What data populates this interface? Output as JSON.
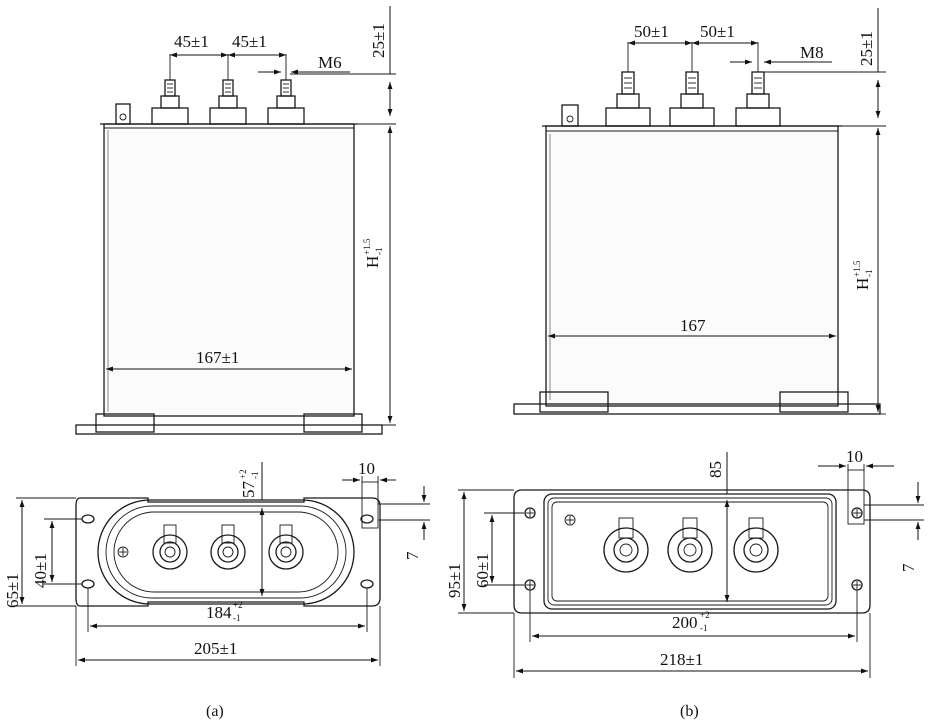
{
  "figure_a": {
    "caption": "(a)",
    "terminal_spacing_1": "45",
    "terminal_spacing_2": "45",
    "tolerance": "±1",
    "thread": "M6",
    "terminal_height": "25",
    "height_symbol": "H",
    "height_tol_upper": "+1.5",
    "height_tol_lower": "-1",
    "body_width": "167",
    "depth_base": "57",
    "tol_upper_2": "+2",
    "tol_lower_1": "-1",
    "slot_width": "10",
    "slot_depth": "7",
    "base_outer_depth": "65",
    "hole_spacing_depth": "40",
    "hole_spacing_length": "184",
    "base_length": "205"
  },
  "figure_b": {
    "caption": "(b)",
    "terminal_spacing_1": "50",
    "terminal_spacing_2": "50",
    "tolerance": "±1",
    "thread": "M8",
    "terminal_height": "25",
    "height_symbol": "H",
    "height_tol_upper": "+1.5",
    "height_tol_lower": "-1",
    "body_width": "167",
    "body_depth": "85",
    "slot_width": "10",
    "slot_depth": "7",
    "base_outer_depth": "95",
    "hole_spacing_depth": "60",
    "hole_spacing_length": "200",
    "tol_upper_2": "+2",
    "tol_lower_1": "-1",
    "base_length": "218"
  }
}
